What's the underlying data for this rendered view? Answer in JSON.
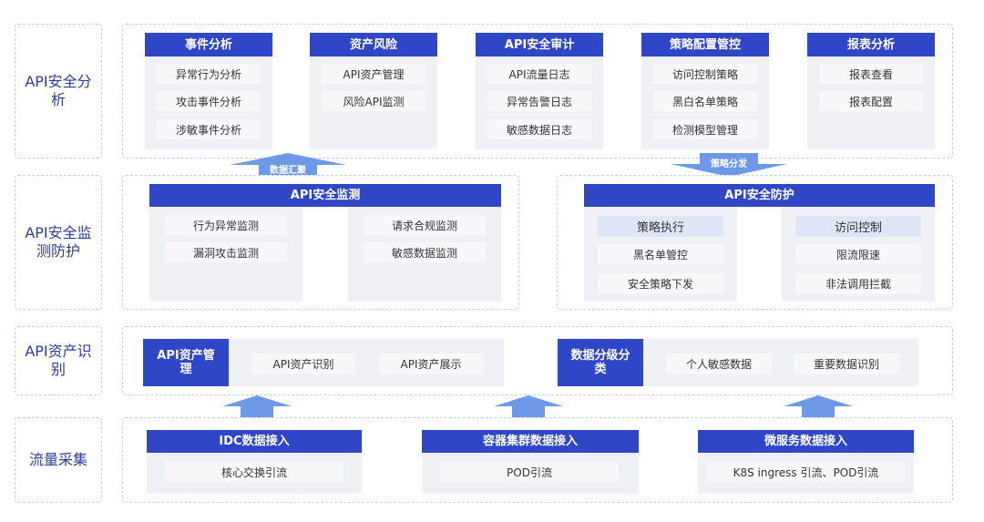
{
  "colors": {
    "header_blue": "#2f47c7",
    "label_blue": "#2d3f9a",
    "arrow_blue": "#6e99e8",
    "panel_gray": "#f0f1f4",
    "highlight": "#dfe7f7"
  },
  "rows": {
    "analysis": "API安全分析",
    "monitor": "API安全监测防护",
    "asset": "API资产识别",
    "traffic": "流量采集"
  },
  "analysis_modules": [
    {
      "title": "事件分析",
      "items": [
        "异常行为分析",
        "攻击事件分析",
        "涉敏事件分析"
      ]
    },
    {
      "title": "资产风险",
      "items": [
        "API资产管理",
        "风险API监测"
      ]
    },
    {
      "title": "API安全审计",
      "items": [
        "API流量日志",
        "异常告警日志",
        "敏感数据日志"
      ]
    },
    {
      "title": "策略配置管控",
      "items": [
        "访问控制策略",
        "黑白名单策略",
        "检测模型管理"
      ]
    },
    {
      "title": "报表分析",
      "items": [
        "报表查看",
        "报表配置"
      ]
    }
  ],
  "arrows": {
    "up_label": "数据汇聚",
    "down_label": "策略分发"
  },
  "monitor_block": {
    "title": "API安全监测",
    "col1": [
      "行为异常监测",
      "漏洞攻击监测"
    ],
    "col2": [
      "请求合规监测",
      "敏感数据监测"
    ]
  },
  "protect_block": {
    "title": "API安全防护",
    "col1": [
      "策略执行",
      "黑名单管控",
      "安全策略下发"
    ],
    "col2": [
      "访问控制",
      "限流限速",
      "非法调用拦截"
    ]
  },
  "asset_block": {
    "mgmt_title": "API资产管理",
    "mgmt_items": [
      "API资产识别",
      "API资产展示"
    ],
    "class_title": "数据分级分类",
    "class_items": [
      "个人敏感数据",
      "重要数据识别"
    ]
  },
  "traffic_block": [
    {
      "title": "IDC数据接入",
      "item": "核心交换引流"
    },
    {
      "title": "容器集群数据接入",
      "item": "POD引流"
    },
    {
      "title": "微服务数据接入",
      "item": "K8S ingress 引流、POD引流"
    }
  ]
}
